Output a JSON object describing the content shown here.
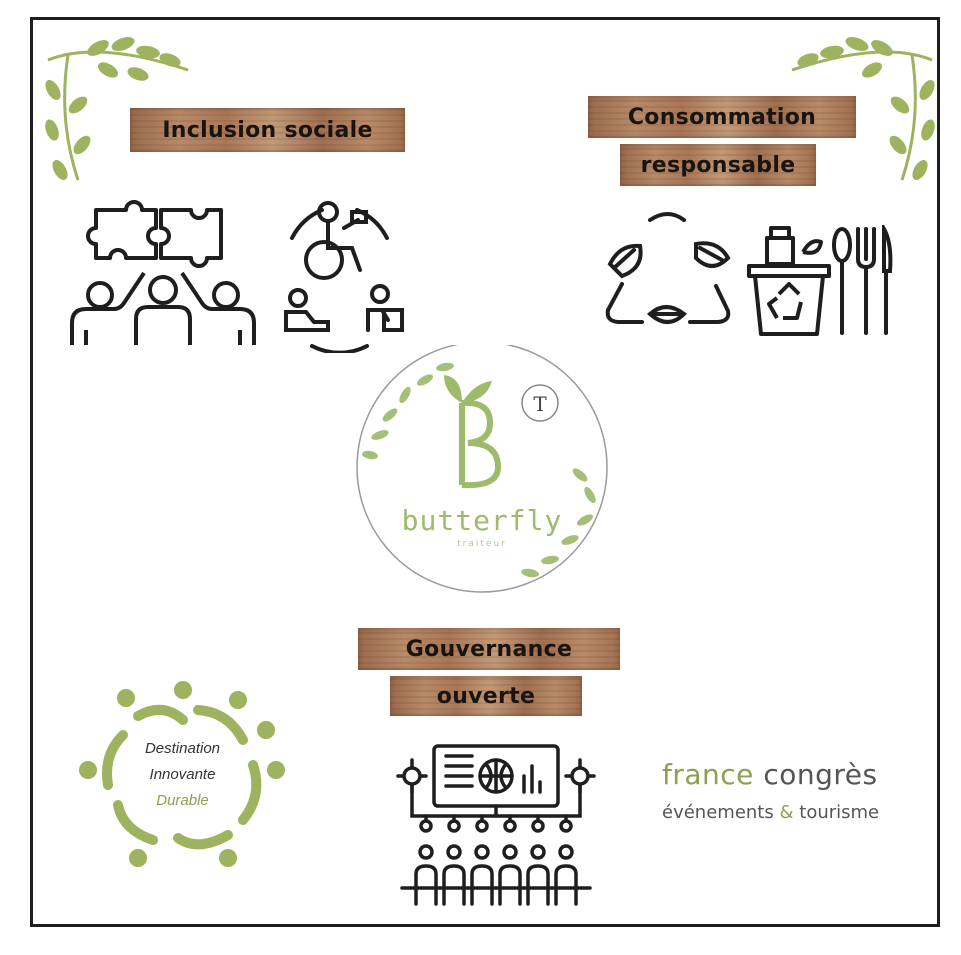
{
  "panels": {
    "inclusion": "Inclusion sociale",
    "consommation_line1": "Consommation",
    "consommation_line2": "responsable",
    "gouvernance_line1": "Gouvernance",
    "gouvernance_line2": "ouverte"
  },
  "logo": {
    "name": "butterfly",
    "subtitle": "traiteur",
    "letter": "B",
    "badge_letter": "T"
  },
  "destination": {
    "line1": "Destination",
    "line2": "Innovante",
    "line3": "Durable"
  },
  "france_congres": {
    "word1": "france",
    "word2": "congrès",
    "line2_a": "événements",
    "line2_amp": "&",
    "line2_b": "tourisme"
  },
  "colors": {
    "accent_green": "#8aa24f",
    "wood": "#a97757",
    "stroke": "#1e1e1e"
  },
  "icons": [
    "vine-icon",
    "puzzle-team-icon",
    "wheelchair-inclusion-icon",
    "recycle-leaves-icon",
    "recycle-bin-food-icon",
    "cutlery-icon",
    "network-governance-icon"
  ]
}
